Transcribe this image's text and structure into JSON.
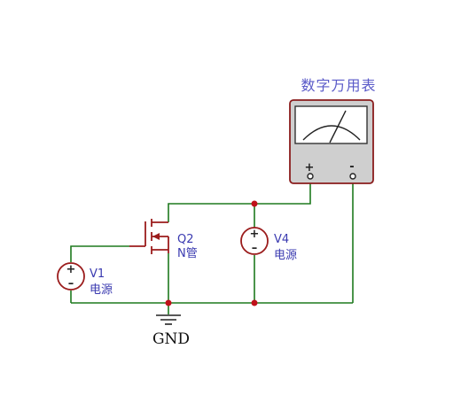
{
  "meter": {
    "title": "数字万用表",
    "plus": "+",
    "minus": "-"
  },
  "components": {
    "q2": {
      "ref": "Q2",
      "type": "N管"
    },
    "v4": {
      "ref": "V4",
      "type": "电源"
    },
    "v1": {
      "ref": "V1",
      "type": "电源"
    }
  },
  "ground": {
    "label": "GND"
  },
  "colors": {
    "wire": "#1e7a1e",
    "component": "#9b1c1c",
    "node": "#c0111a",
    "label": "#3a3ab0",
    "title": "#5a5ac8"
  }
}
